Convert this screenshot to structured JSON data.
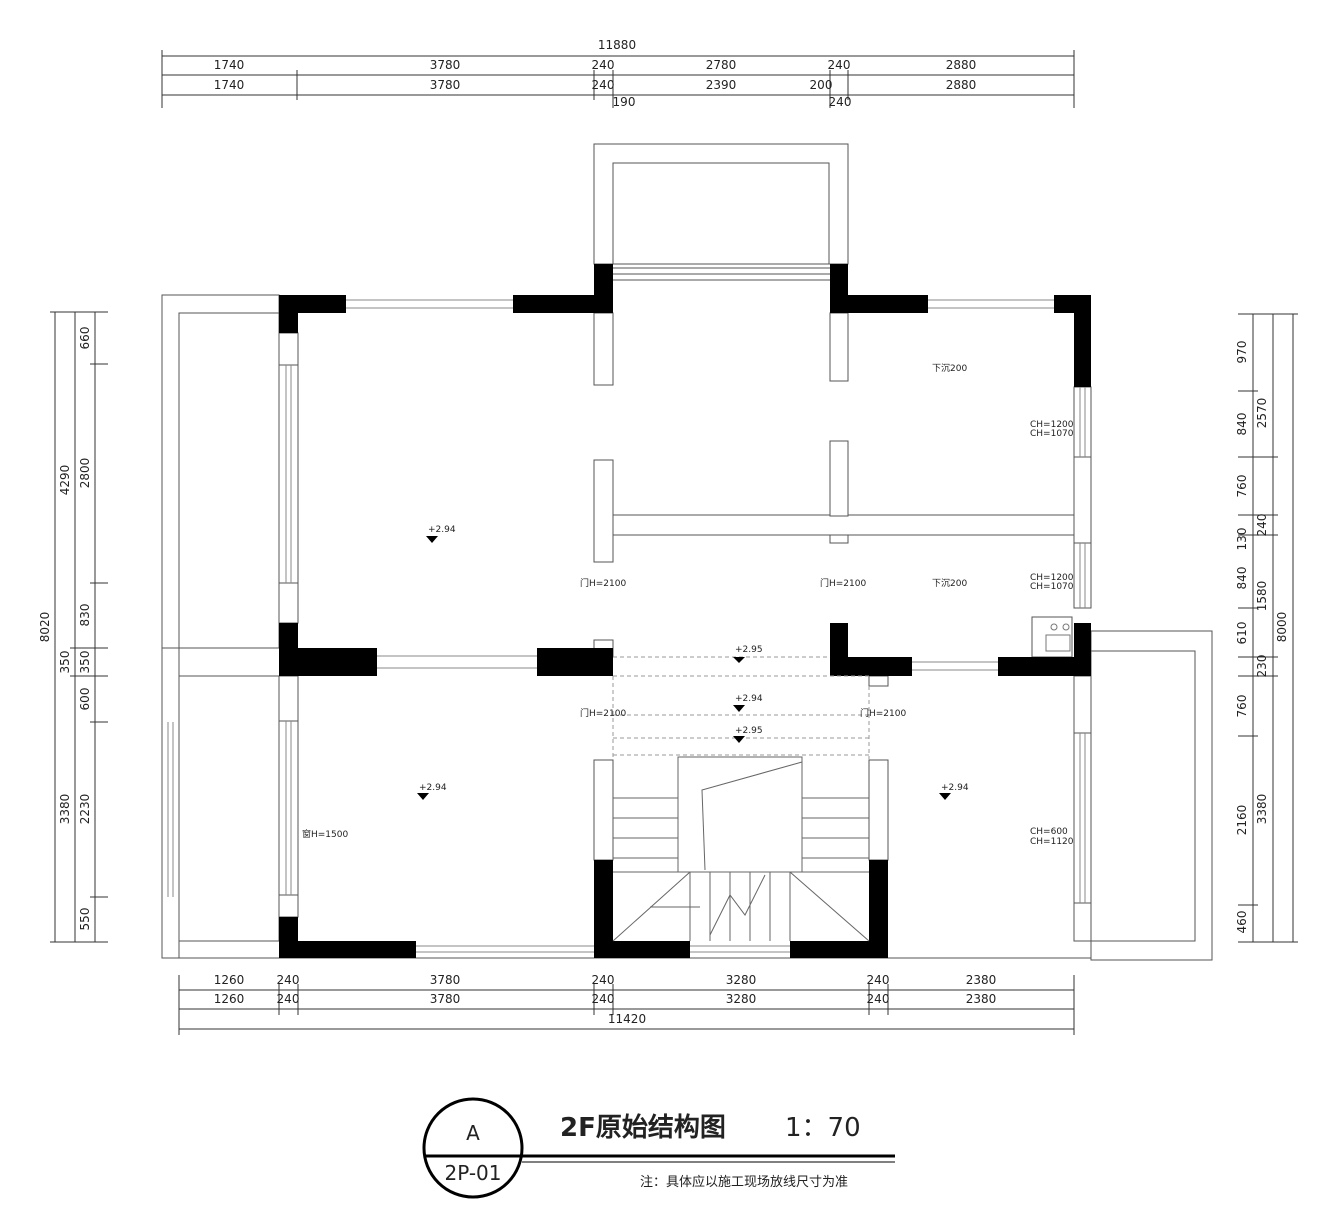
{
  "drawing": {
    "title": "2F原始结构图",
    "scale": "1：70",
    "circle_letter": "A",
    "circle_code": "2P-01",
    "note": "注：具体应以施工现场放线尺寸为准"
  },
  "top_dims": {
    "total": "11880",
    "row1": [
      "1740",
      "3780",
      "240",
      "2780",
      "240",
      "2880"
    ],
    "row2": [
      "1740",
      "3780",
      "240",
      "2390",
      "200",
      "2880"
    ],
    "row3": [
      "190",
      "240"
    ]
  },
  "bottom_dims": {
    "row1": [
      "1260",
      "240",
      "3780",
      "240",
      "3280",
      "240",
      "2380"
    ],
    "row2": [
      "1260",
      "240",
      "3780",
      "240",
      "3280",
      "240",
      "2380"
    ],
    "total": "11420"
  },
  "left_dims": {
    "total": "8020",
    "mid": [
      "4290",
      "350",
      "3380"
    ],
    "inner": [
      "660",
      "2800",
      "830",
      "350",
      "600",
      "2230",
      "550"
    ]
  },
  "right_dims": {
    "total": "8000",
    "mid": [
      "2570",
      "240",
      "1580",
      "230",
      "3380"
    ],
    "inner": [
      "970",
      "840",
      "760",
      "130",
      "840",
      "610",
      "760",
      "2160",
      "460"
    ]
  },
  "annotations": {
    "level_a": "+2.94",
    "level_b": "+2.95",
    "level_c": "+2.94",
    "level_d": "+2.95",
    "level_e": "+2.94",
    "level_f": "+2.94",
    "sink1": "下沉200",
    "sink2": "下沉200",
    "win1": "CH=1200",
    "win1b": "CH=1070",
    "win2": "CH=1200",
    "win2b": "CH=1070",
    "win3": "CH=600",
    "win3b": "CH=1120",
    "door1": "门H=2100",
    "door2": "门H=2100",
    "door3": "门H=2100",
    "door4": "门H=2100",
    "win4": "窗H=1500"
  }
}
